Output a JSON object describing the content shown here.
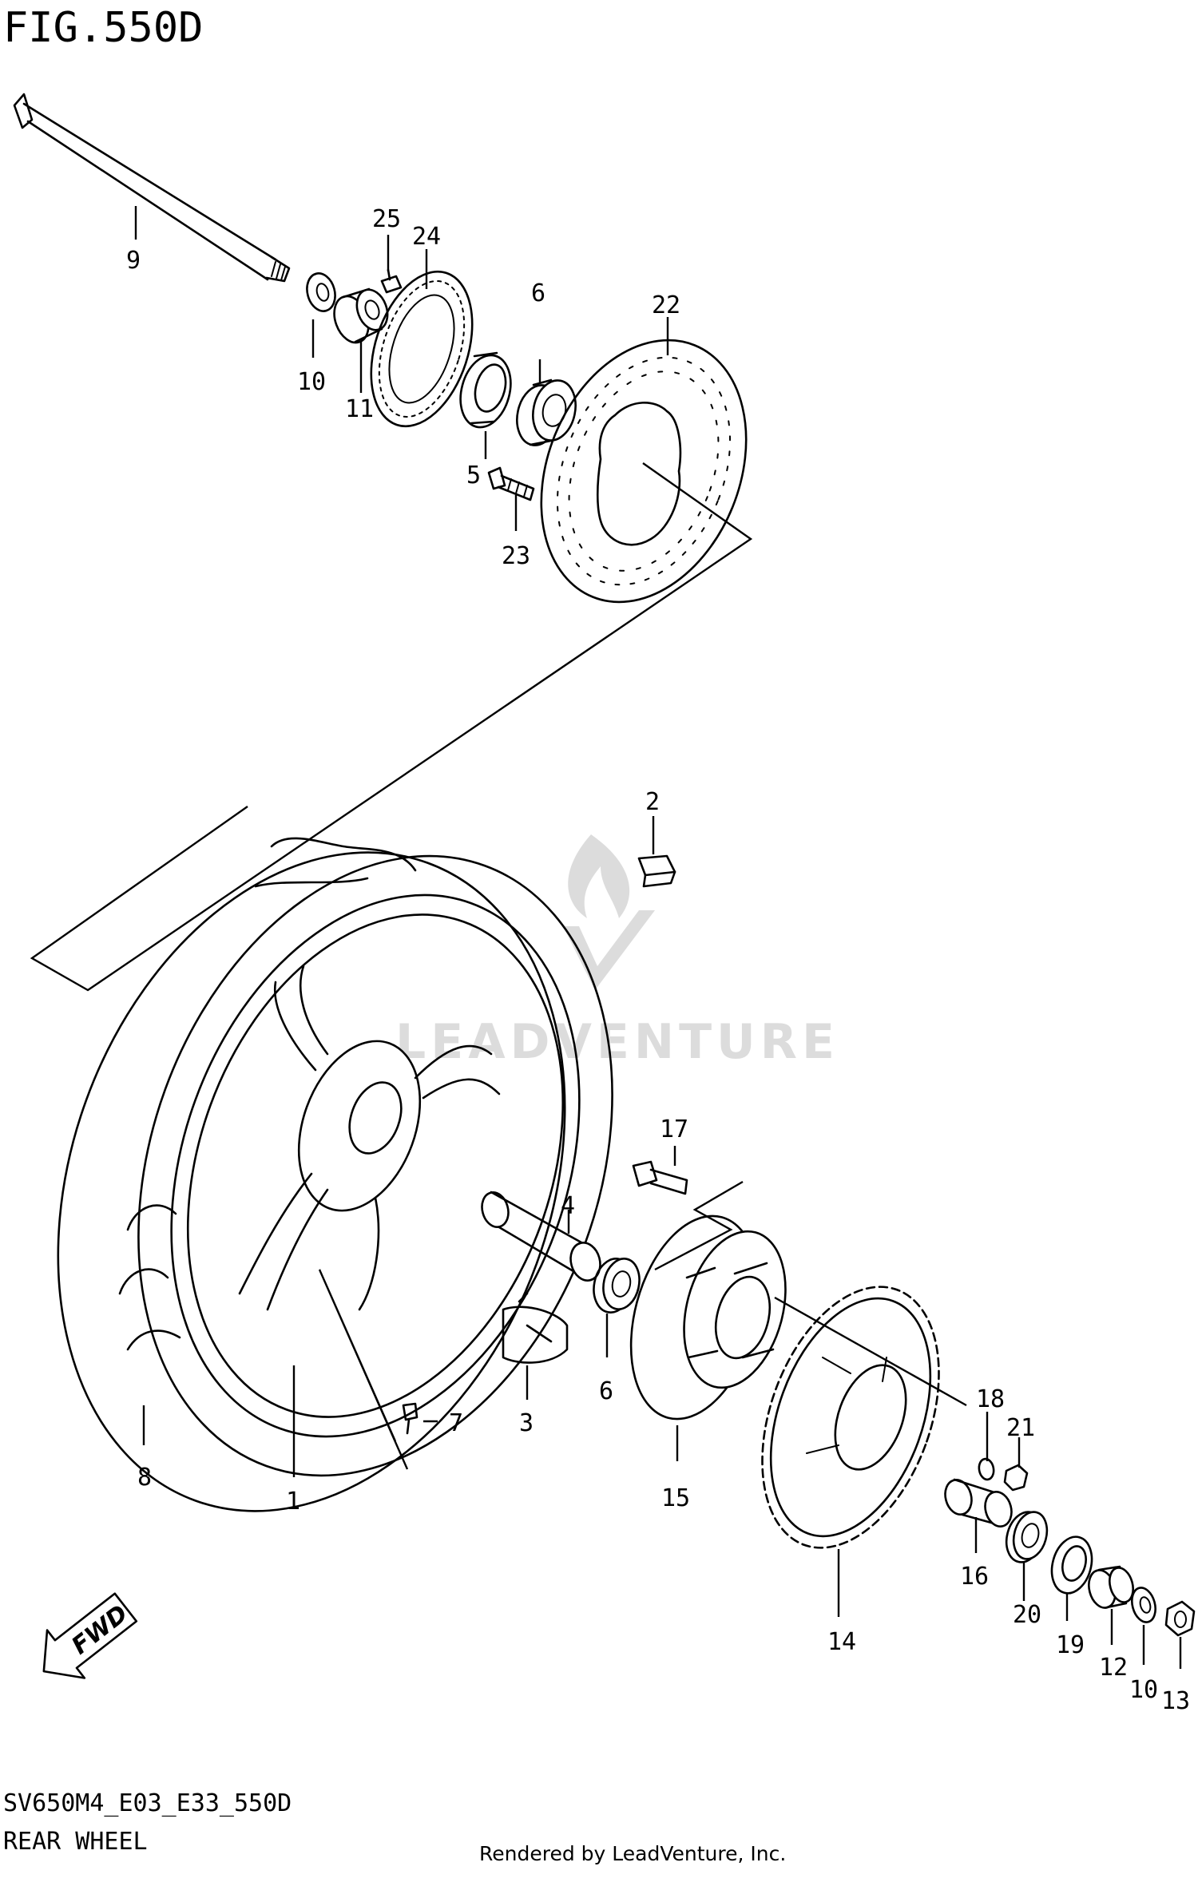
{
  "figure": {
    "title": "FIG.550D",
    "model_code": "SV650M4_E03_E33_550D",
    "section_name": "REAR WHEEL"
  },
  "credit": "Rendered by LeadVenture, Inc.",
  "watermark": "LEADVENTURE",
  "fwd_label": "FWD",
  "callouts": {
    "c1": "1",
    "c2": "2",
    "c3": "3",
    "c4": "4",
    "c5": "5",
    "c6a": "6",
    "c6b": "6",
    "c7": "7",
    "c8": "8",
    "c9": "9",
    "c10a": "10",
    "c10b": "10",
    "c11": "11",
    "c12": "12",
    "c13": "13",
    "c14": "14",
    "c15": "15",
    "c16": "16",
    "c17": "17",
    "c18": "18",
    "c19": "19",
    "c20": "20",
    "c21": "21",
    "c22": "22",
    "c23": "23",
    "c24": "24",
    "c25": "25"
  },
  "icons": {
    "fwd_arrow": "fwd-arrow-icon",
    "watermark_logo": "flame-logo-icon"
  }
}
